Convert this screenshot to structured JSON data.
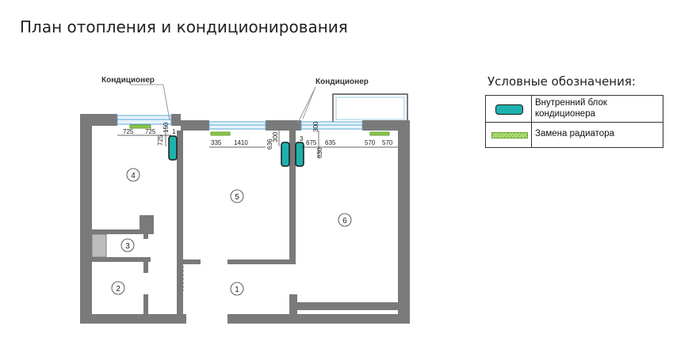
{
  "title": "План отопления и кондиционирования",
  "legend": {
    "title": "Условные обозначения:",
    "items": [
      {
        "label": "Внутренний блок кондиционера"
      },
      {
        "label": "Замена радиатора"
      }
    ]
  },
  "callouts": {
    "ac_left": "Кондиционер",
    "ac_right": "Кондиционер"
  },
  "rooms": [
    "1",
    "2",
    "3",
    "4",
    "5",
    "6"
  ],
  "dimensions": {
    "d725a": "725",
    "d725b": "725",
    "d1": "1",
    "d725v": "725",
    "d335": "335",
    "d1410": "1410",
    "d636": "636",
    "d300a": "300",
    "d3": "3",
    "d675": "675",
    "d635": "635",
    "d300b": "300",
    "d630": "630",
    "d570a": "570",
    "d570b": "570",
    "d150": "150"
  },
  "colors": {
    "wall": "#7a7a7a",
    "ac_unit": "#1fb1ad",
    "radiator": "#8cc64a",
    "window": "#5aa9d6"
  }
}
